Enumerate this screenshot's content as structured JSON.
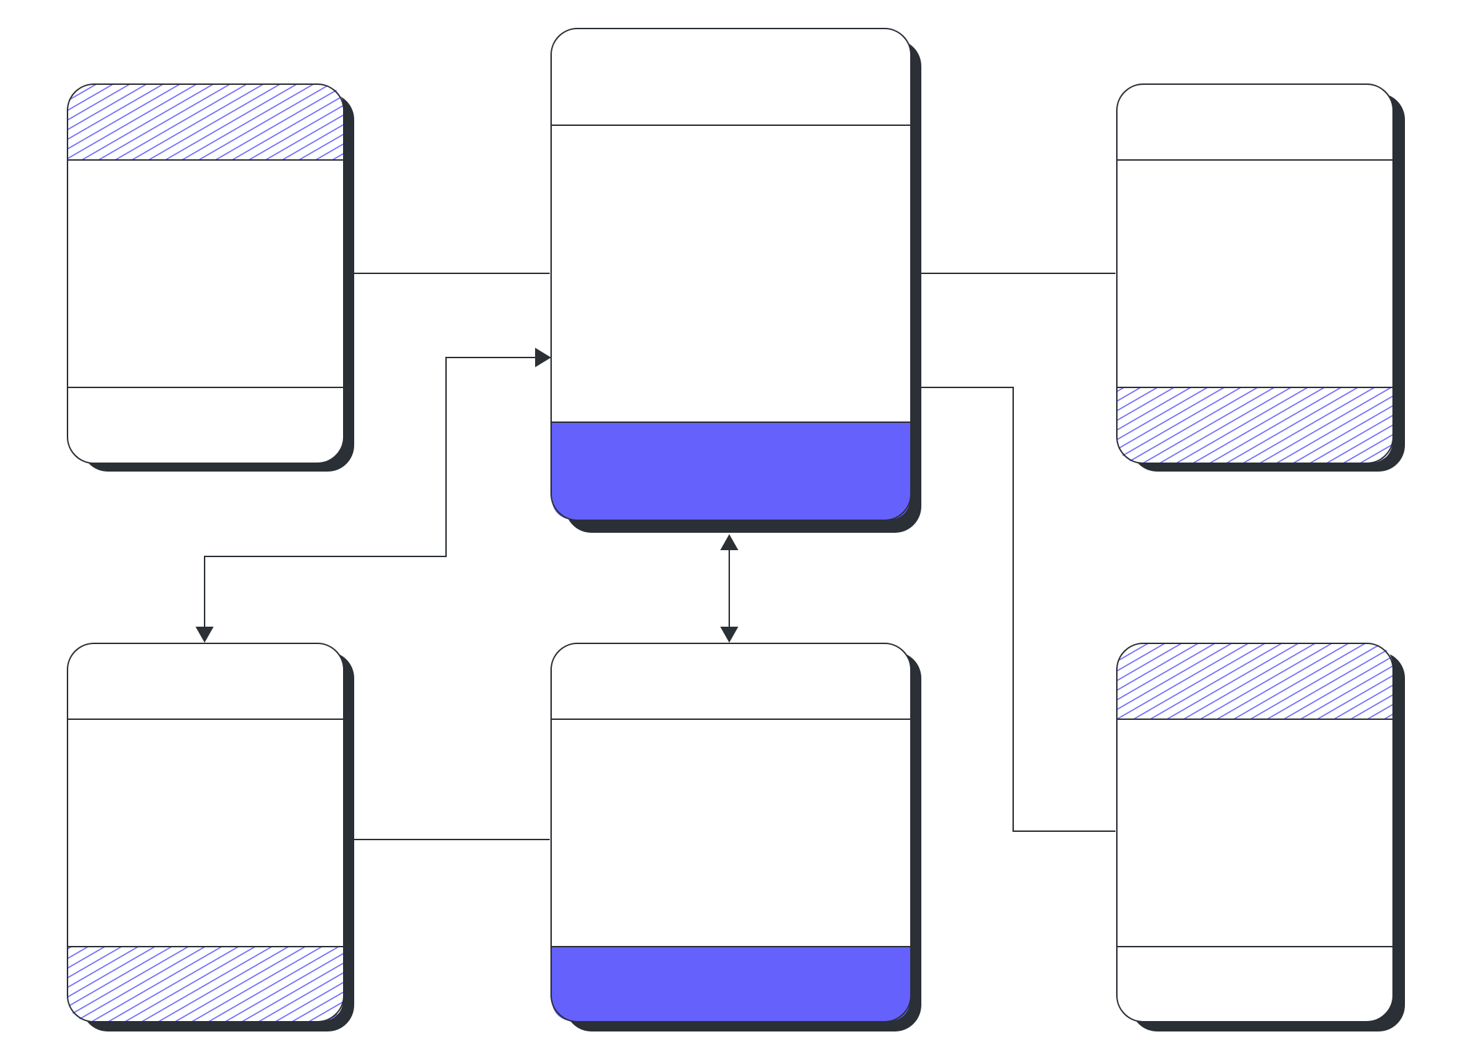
{
  "diagram": {
    "type": "block-diagram",
    "text_labels": [],
    "colors": {
      "background": "#ffffff",
      "stroke": "#2b2f36",
      "shadow": "#2b2f36",
      "accent": "#6461fc",
      "card_fill": "#ffffff"
    },
    "blocks": [
      {
        "id": "top-left",
        "sections": [
          "hatched",
          "plain",
          "plain"
        ]
      },
      {
        "id": "top-center",
        "sections": [
          "plain",
          "plain",
          "solid"
        ]
      },
      {
        "id": "top-right",
        "sections": [
          "plain",
          "plain",
          "hatched"
        ]
      },
      {
        "id": "bottom-left",
        "sections": [
          "plain",
          "plain",
          "hatched"
        ]
      },
      {
        "id": "bottom-center",
        "sections": [
          "plain",
          "plain",
          "solid"
        ]
      },
      {
        "id": "bottom-right",
        "sections": [
          "hatched",
          "plain",
          "plain"
        ]
      }
    ],
    "connectors": [
      {
        "id": "tl-to-tc",
        "from": "top-left",
        "to": "top-center",
        "arrow": "none"
      },
      {
        "id": "tc-to-tr",
        "from": "top-center",
        "to": "top-right",
        "arrow": "none"
      },
      {
        "id": "bl-to-tc",
        "from": "bottom-left",
        "to": "top-center",
        "arrow": "both"
      },
      {
        "id": "tc-to-bc",
        "from": "top-center",
        "to": "bottom-center",
        "arrow": "both"
      },
      {
        "id": "tc-to-br",
        "from": "top-center",
        "to": "bottom-right",
        "arrow": "none"
      },
      {
        "id": "bl-to-bc",
        "from": "bottom-left",
        "to": "bottom-center",
        "arrow": "none"
      }
    ]
  }
}
